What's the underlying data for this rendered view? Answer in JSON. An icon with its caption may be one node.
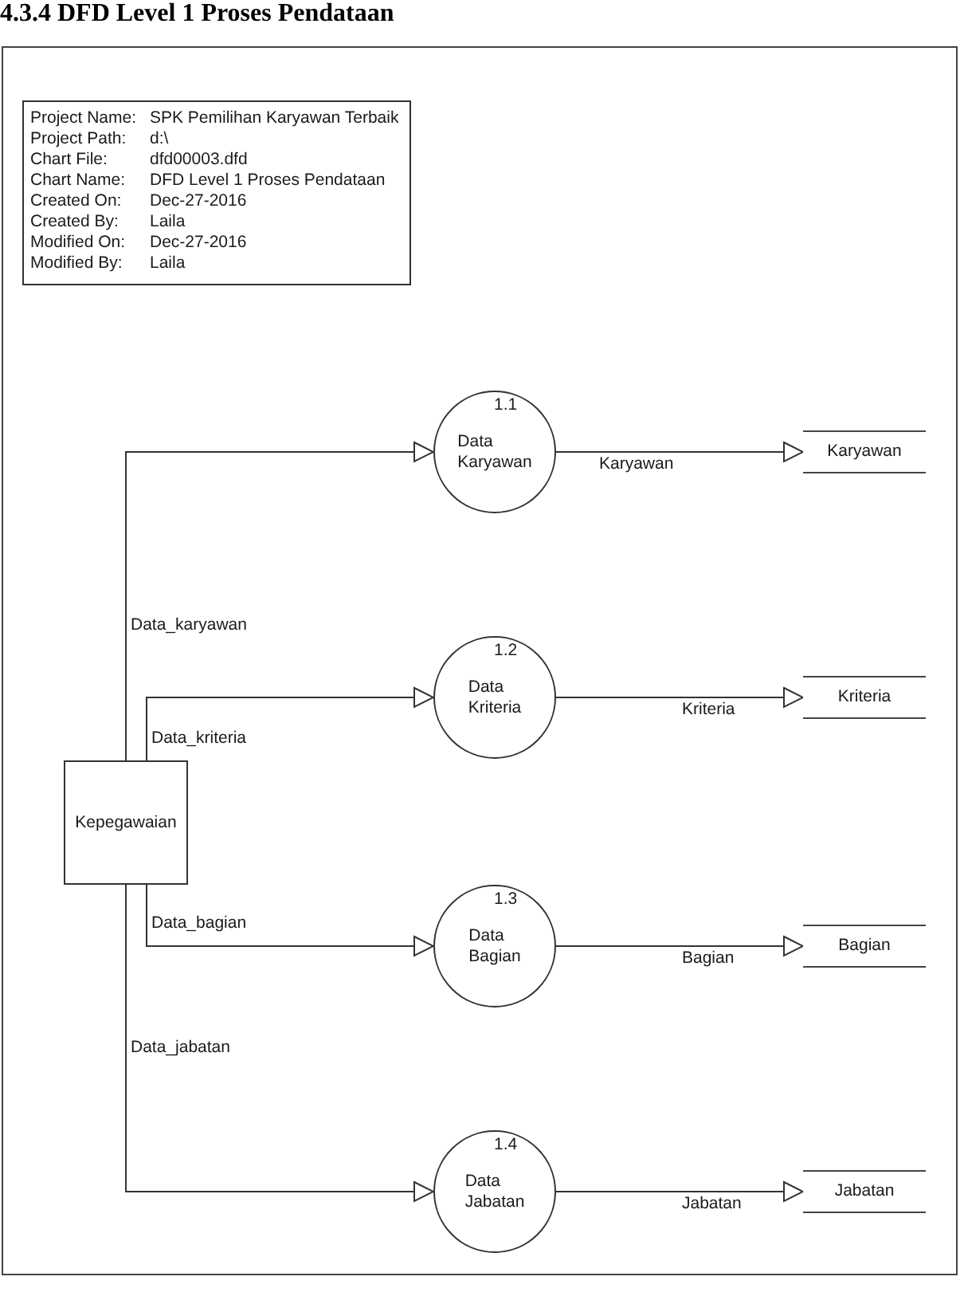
{
  "diagram": {
    "title": "4.3.4 DFD Level 1 Proses Pendataan",
    "nodes": [
      {
        "text": [
          "Project Name:",
          "SPK Pemilihan Karyawan Terbaik",
          "Project Path:",
          "d:\\",
          "Chart File:",
          "dfd00003.dfd",
          "Chart Name:",
          "DFD Level 1 Proses Pendataan",
          "Created On:",
          "Dec-27-2016",
          "Created By:",
          "Laila",
          "Modified On:",
          "Dec-27-2016",
          "Modified By:",
          "Laila"
        ]
      },
      {
        "text": [
          "1.1",
          "Data Karyawan"
        ]
      },
      {
        "text": [
          "Karyawan"
        ]
      },
      {
        "text": [
          "1.2",
          "Data Kriteria"
        ]
      },
      {
        "text": [
          "Kriteria"
        ]
      },
      {
        "text": [
          "Kepegawaian"
        ]
      },
      {
        "text": [
          "1.3",
          "Data Bagian"
        ]
      },
      {
        "text": [
          "Bagian"
        ]
      },
      {
        "text": [
          "1.4",
          "Data Jabatan"
        ]
      },
      {
        "text": [
          "Jabatan"
        ]
      }
    ],
    "edges": [
      {
        "from": 5,
        "to": 1,
        "arrow": "to",
        "label": "Data_karyawan"
      },
      {
        "from": 5,
        "to": 3,
        "arrow": "to",
        "label": "Data_kriteria"
      },
      {
        "from": 5,
        "to": 6,
        "arrow": "to",
        "label": "Data_bagian"
      },
      {
        "from": 5,
        "to": 8,
        "arrow": "to",
        "label": "Data_jabatan"
      },
      {
        "from": 1,
        "to": 2,
        "arrow": "to",
        "label": "Karyawan"
      },
      {
        "from": 3,
        "to": 4,
        "arrow": "to",
        "label": "Kriteria"
      },
      {
        "from": 6,
        "to": 7,
        "arrow": "to",
        "label": "Bagian"
      },
      {
        "from": 8,
        "to": 9,
        "arrow": "to",
        "label": "Jabatan"
      }
    ]
  }
}
